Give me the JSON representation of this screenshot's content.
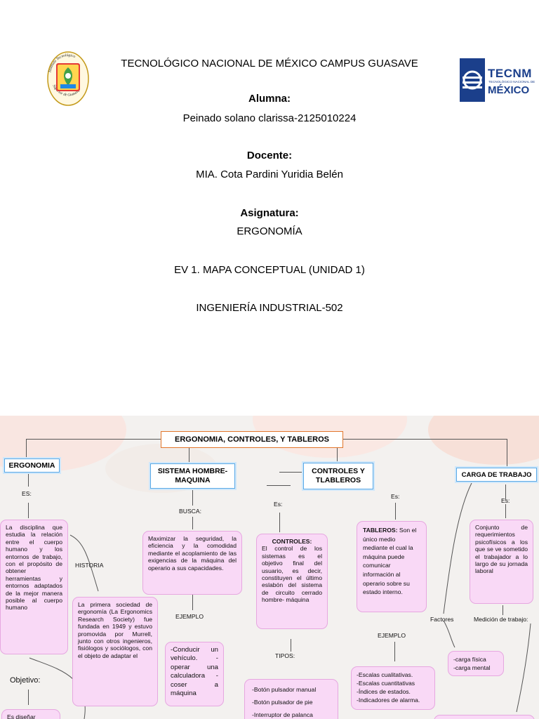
{
  "cover": {
    "institution": "TECNOLÓGICO NACIONAL DE MÉXICO CAMPUS GUASAVE",
    "student_label": "Alumna:",
    "student_name": "Peinado solano clarissa-2125010224",
    "teacher_label": "Docente:",
    "teacher_name": "MIA. Cota Pardini Yuridia Belén",
    "subject_label": "Asignatura:",
    "subject_name": "ERGONOMÍA",
    "assignment": "EV 1. MAPA CONCEPTUAL (UNIDAD 1)",
    "program": "INGENIERÍA INDUSTRIAL-502"
  },
  "logos": {
    "left_icon": "itsg-seal-icon",
    "left_ring_text_top": "Instituto Tecnológico",
    "left_ring_text_bottom": "Superior de Guasave",
    "right_icon": "tecnm-logo-icon",
    "right_title": "TECNM",
    "right_subtitle": "TECNOLÓGICO NACIONAL DE",
    "right_country": "MÉXICO"
  },
  "colors": {
    "bubble_fill": "#f9d9f6",
    "bubble_border": "#e6a7e0",
    "header_blue": "#5aa9e6",
    "header_orange": "#e2762b",
    "tecnm_blue": "#1b3f8b"
  },
  "map": {
    "root": "ERGONOMIA, CONTROLES, Y TABLEROS",
    "ergonomia": {
      "title": "ERGONOMIA",
      "es": "ES:",
      "definition": "La disciplina que estudia la relación entre el cuerpo humano y los entornos de trabajo, con el propósito de obtener herramientas y entornos adaptados de la mejor manera posible al cuerpo humano",
      "historia_label": "HISTORIA",
      "historia": "La primera sociedad de ergonomía (La Ergonomics Research Society) fue fundada en 1949 y estuvo promovida por Murrell, junto con otros ingenieros, fisiólogos y sociólogos, con el objeto de adaptar el",
      "objetivo_label": "Objetivo:",
      "objetivo_text": "Es diseñar"
    },
    "sistema": {
      "title": "SISTEMA HOMBRE-MAQUINA",
      "busca": "BUSCA:",
      "goal": "Maximizar la seguridad, la eficiencia y la comodidad mediante el acoplamiento de las exigencias de la máquina del operario a sus capacidades.",
      "ejemplo_label": "EJEMPLO",
      "ejemplo": "-Conducir un vehículo. - operar una calculadora - coser a máquina"
    },
    "controles": {
      "title": "CONTROLES Y TLABLEROS",
      "es": "Es:",
      "controles_title": "CONTROLES:",
      "controles_text": "El control de los sistemas es el objetivo final del usuario, es decir, constituyen el último eslabón del sistema de circuito cerrado hombre- máquina",
      "tipos_label": "TIPOS:",
      "tipos": [
        "-Botón pulsador manual",
        "-Botón pulsador de pie",
        "-Interruptor de palanca"
      ],
      "tableros_es": "Es:",
      "tableros_title": "TABLEROS:",
      "tableros_text": "Son el único medio mediante el cual la máquina puede comunicar información al operario sobre su estado interno.",
      "tableros_ejemplo_label": "EJEMPLO",
      "tableros_ejemplo": [
        "-Escalas cualitativas.",
        "-Escalas cuantitativas",
        "-Índices de estados.",
        "-Indicadores de alarma."
      ]
    },
    "carga": {
      "title": "CARGA DE TRABAJO",
      "es": "Es:",
      "definition": "Conjunto de requerimientos psicofísicos a los que se ve sometido el trabajador a lo largo de su jornada laboral",
      "factores_label": "Factores",
      "medicion_label": "Medición de trabajo:",
      "factores": [
        "-carga física",
        "-carga mental"
      ]
    }
  }
}
